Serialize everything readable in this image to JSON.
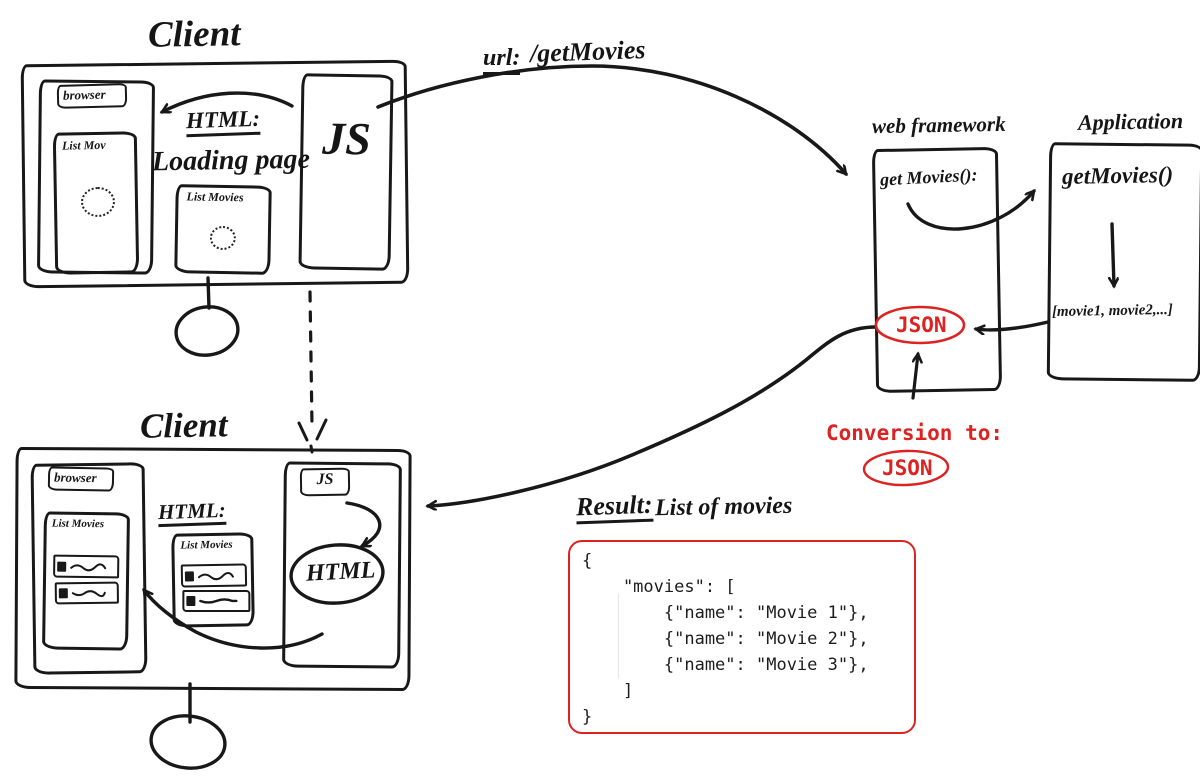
{
  "colors": {
    "ink": "#181818",
    "red": "#dd2222"
  },
  "top_client": {
    "title": "Client",
    "browser_label": "browser",
    "page_title": "List Mov",
    "html_label": "HTML:",
    "loading_label": "Loading page",
    "list_movies_label": "List Movies",
    "js_label": "JS"
  },
  "request": {
    "url_label": "url:",
    "url_path": "/getMovies"
  },
  "web_framework": {
    "title": "web framework",
    "method": "get Movies():",
    "json_badge": "JSON"
  },
  "application": {
    "title": "Application",
    "method": "getMovies()",
    "return_value": "[movie1, movie2,...]"
  },
  "conversion": {
    "label": "Conversion to:",
    "badge": "JSON"
  },
  "result": {
    "label": "Result:",
    "sublabel": "List of movies",
    "code": "{\n    \"movies\": [\n        {\"name\": \"Movie 1\"},\n        {\"name\": \"Movie 2\"},\n        {\"name\": \"Movie 3\"},\n    ]\n}"
  },
  "bottom_client": {
    "title": "Client",
    "browser_label": "browser",
    "page_title": "List Movies",
    "html_label": "HTML:",
    "list_movies_label": "List Movies",
    "js_label": "JS",
    "html_oval_label": "HTML"
  }
}
